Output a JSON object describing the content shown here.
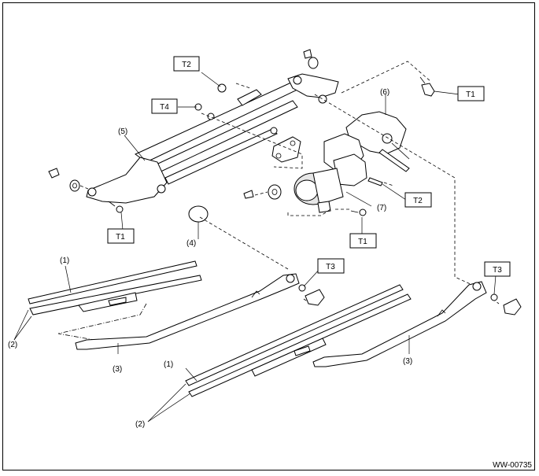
{
  "figure_id": "WW-00735",
  "torque_labels": {
    "t1_a": "T1",
    "t1_b": "T1",
    "t1_c": "T1",
    "t2_a": "T2",
    "t2_b": "T2",
    "t3_a": "T3",
    "t3_b": "T3",
    "t4": "T4"
  },
  "callouts": {
    "c1_a": "(1)",
    "c1_b": "(1)",
    "c2_a": "(2)",
    "c2_b": "(2)",
    "c3_a": "(3)",
    "c3_b": "(3)",
    "c4": "(4)",
    "c5": "(5)",
    "c6": "(6)",
    "c7": "(7)"
  }
}
